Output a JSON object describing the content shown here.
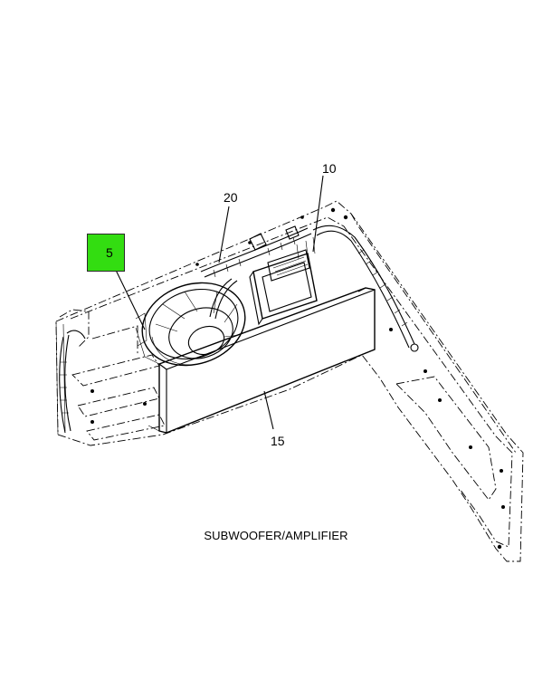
{
  "caption": "SUBWOOFER/AMPLIFIER",
  "callouts": {
    "c5": "5",
    "c10": "10",
    "c15": "15",
    "c20": "20"
  },
  "colors": {
    "highlight": "#33dd11",
    "line": "#000000",
    "background": "#ffffff"
  }
}
